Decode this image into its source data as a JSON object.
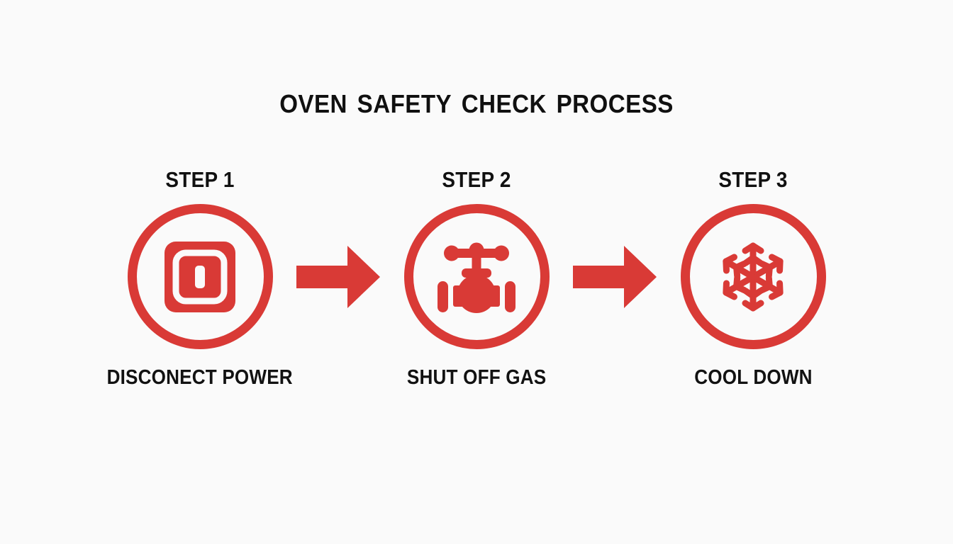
{
  "page": {
    "title": "OVEN SAFETY CHECK PROCESS",
    "background_color": "#fafafa",
    "accent_color": "#d93a36",
    "text_color": "#111111",
    "type": "process-flow-infographic"
  },
  "steps": [
    {
      "label": "STEP 1",
      "caption": "DISCONECT POWER",
      "icon": "power-outlet-switch-icon"
    },
    {
      "label": "STEP 2",
      "caption": "SHUT OFF GAS",
      "icon": "gas-valve-icon"
    },
    {
      "label": "STEP 3",
      "caption": "COOL DOWN",
      "icon": "snowflake-icon"
    }
  ],
  "connectors": [
    {
      "icon": "arrow-right-icon"
    },
    {
      "icon": "arrow-right-icon"
    }
  ]
}
